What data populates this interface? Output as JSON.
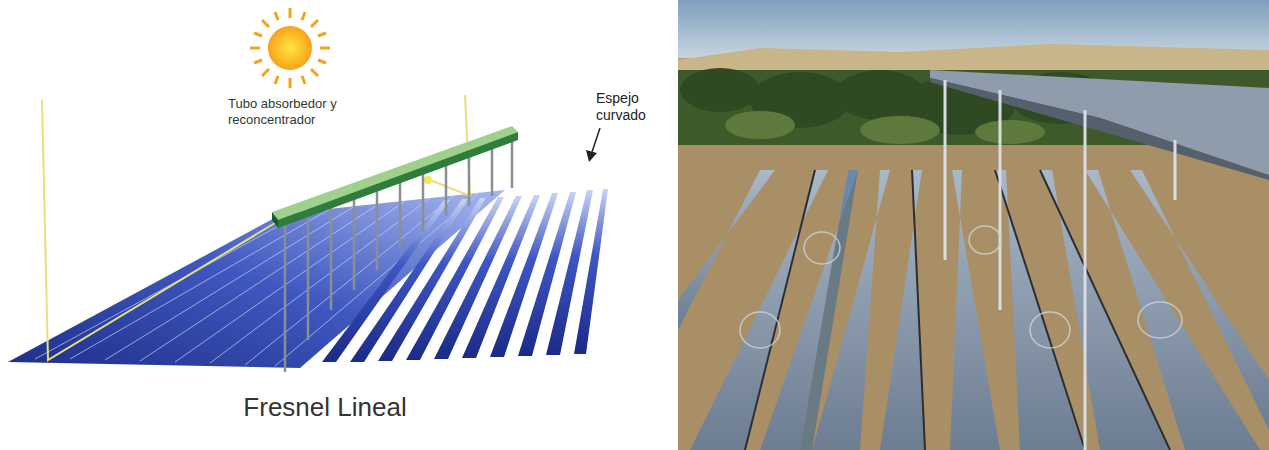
{
  "diagram": {
    "caption": "Fresnel Lineal",
    "labels": [
      "Tubo absorbedor y reconcentrador",
      "Espejo curvado"
    ]
  }
}
